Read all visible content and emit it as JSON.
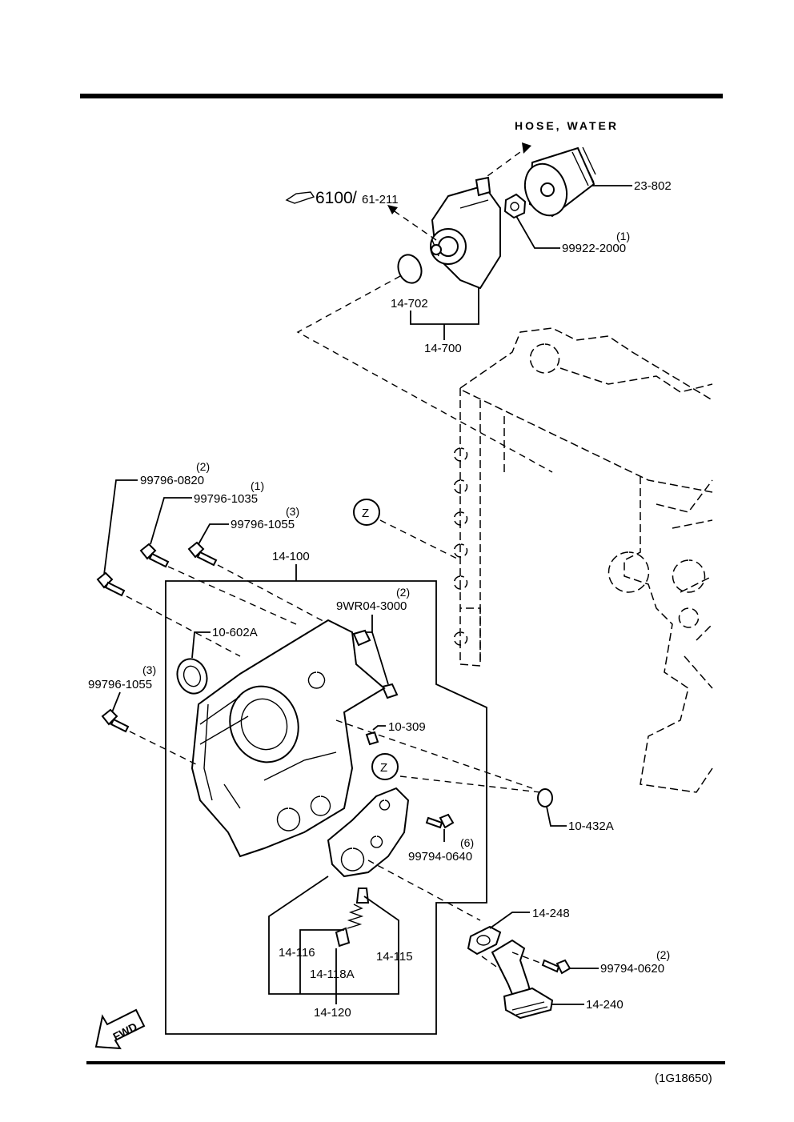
{
  "header_note": "HOSE, WATER",
  "ref": {
    "main": "6100",
    "sub": "61-211"
  },
  "zone_marker": "Z",
  "fwd_label": "FWD",
  "diagram_code": "(1G18650)",
  "parts": {
    "p23_802": "23-802",
    "p99922_2000": "99922-2000",
    "q99922_2000": "(1)",
    "p14_702": "14-702",
    "p14_700": "14-700",
    "p99796_0820": "99796-0820",
    "q99796_0820": "(2)",
    "p99796_1035": "99796-1035",
    "q99796_1035": "(1)",
    "p99796_1055_top": "99796-1055",
    "q99796_1055_top": "(3)",
    "p14_100": "14-100",
    "p9WR04_3000": "9WR04-3000",
    "q9WR04_3000": "(2)",
    "p10_602A": "10-602A",
    "p99796_1055_side": "99796-1055",
    "q99796_1055_side": "(3)",
    "p10_309": "10-309",
    "p10_432A": "10-432A",
    "p99794_0640": "99794-0640",
    "q99794_0640": "(6)",
    "p14_248": "14-248",
    "p14_116": "14-116",
    "p14_115": "14-115",
    "p14_118A": "14-118A",
    "p14_120": "14-120",
    "p99794_0620": "99794-0620",
    "q99794_0620": "(2)",
    "p14_240": "14-240"
  }
}
